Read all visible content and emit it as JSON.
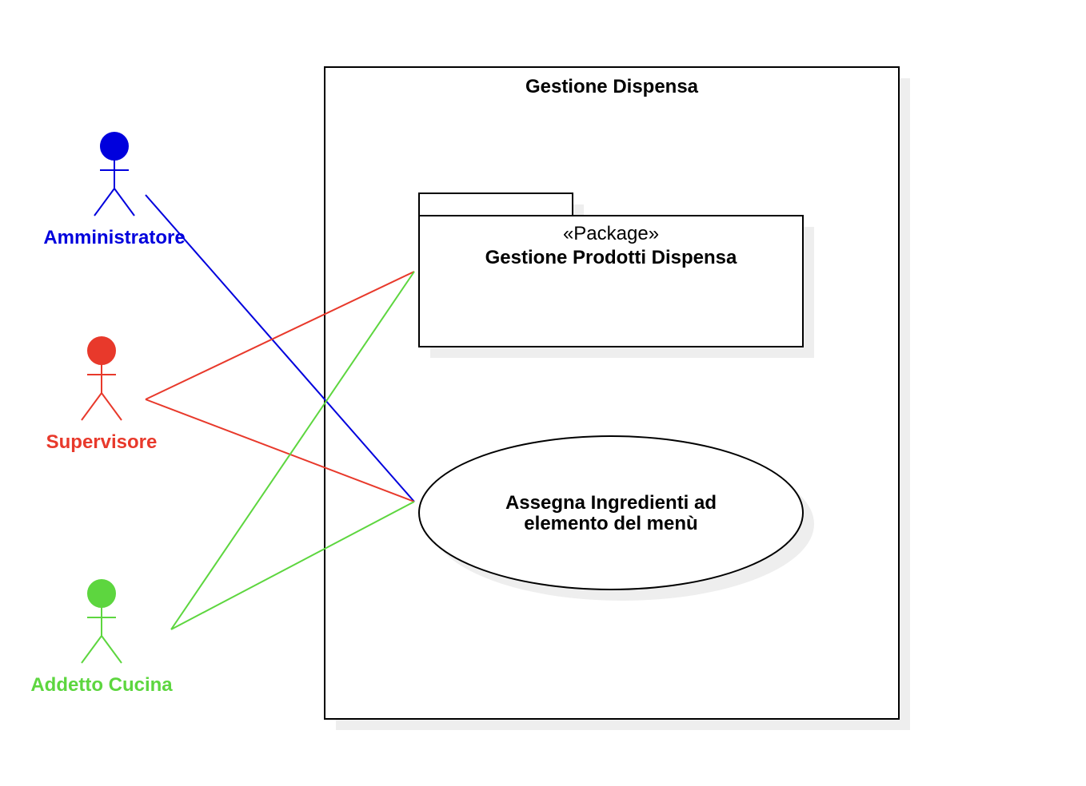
{
  "colors": {
    "administrator": "#0000dd",
    "supervisor": "#e8392b",
    "kitchen": "#5dd63f",
    "stroke": "#000000",
    "shadow": "#eeeeee"
  },
  "system": {
    "title": "Gestione Dispensa"
  },
  "package": {
    "stereotype": "«Package»",
    "name": "Gestione Prodotti Dispensa"
  },
  "use_case": {
    "line1": "Assegna Ingredienti ad",
    "line2": "elemento del menù"
  },
  "actors": [
    {
      "name": "Amministratore",
      "color": "#0000dd",
      "icon": "stick-figure-icon"
    },
    {
      "name": "Supervisore",
      "color": "#e8392b",
      "icon": "stick-figure-icon"
    },
    {
      "name": "Addetto Cucina",
      "color": "#5dd63f",
      "icon": "stick-figure-icon"
    }
  ]
}
